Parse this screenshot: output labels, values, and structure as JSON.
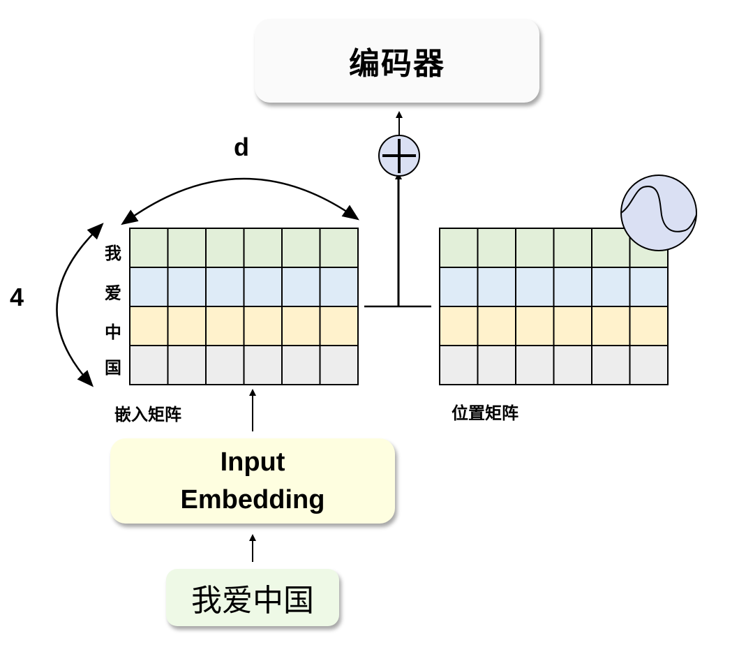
{
  "encoder": {
    "label": "编码器"
  },
  "embedding_block": {
    "label_line1": "Input",
    "label_line2": "Embedding"
  },
  "input_text": {
    "label": "我爱中国"
  },
  "dimension_label": "d",
  "sequence_length_label": "4",
  "embedding_matrix": {
    "caption": "嵌入矩阵",
    "row_labels": [
      "我",
      "爱",
      "中",
      "国"
    ],
    "rows": 4,
    "cols": 6
  },
  "position_matrix": {
    "caption": "位置矩阵",
    "rows": 4,
    "cols": 6
  },
  "row_colors": [
    "#e2efd9",
    "#deebf7",
    "#fff2cc",
    "#ededed"
  ],
  "accent": {
    "circle_fill": "#dae0f3",
    "stroke": "#000000"
  },
  "icons": {
    "add": "plus-circle-icon",
    "positional": "sine-wave-icon"
  }
}
